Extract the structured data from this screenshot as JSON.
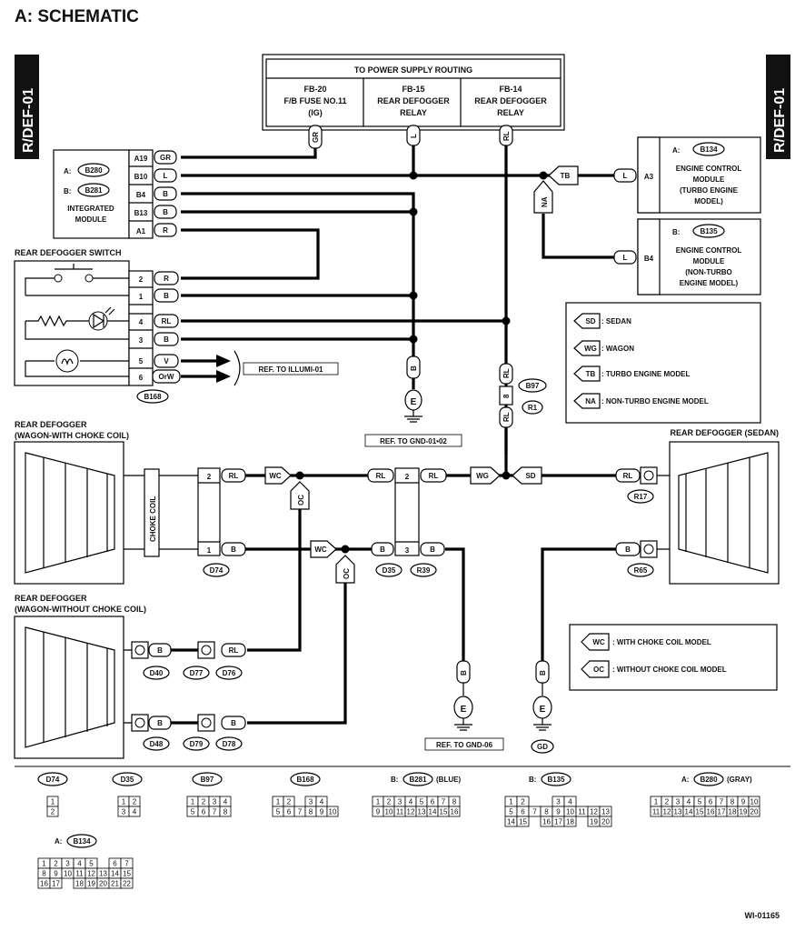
{
  "title": "A:  SCHEMATIC",
  "side_tab": "R/DEF-01",
  "figure_id": "WI-01165",
  "power": {
    "header": "TO POWER SUPPLY ROUTING",
    "cols": [
      {
        "l1": "FB-20",
        "l2": "F/B FUSE NO.11",
        "l3": "(IG)",
        "wire": "GR"
      },
      {
        "l1": "FB-15",
        "l2": "REAR DEFOGGER",
        "l3": "RELAY",
        "wire": "L"
      },
      {
        "l1": "FB-14",
        "l2": "REAR DEFOGGER",
        "l3": "RELAY",
        "wire": "RL"
      }
    ]
  },
  "integrated_module": {
    "a_label": "A:",
    "a_conn": "B280",
    "b_label": "B:",
    "b_conn": "B281",
    "name1": "INTEGRATED",
    "name2": "MODULE",
    "pins": [
      {
        "pin": "A19",
        "wire": "GR"
      },
      {
        "pin": "B10",
        "wire": "L"
      },
      {
        "pin": "B4",
        "wire": "B"
      },
      {
        "pin": "B13",
        "wire": "B"
      },
      {
        "pin": "A1",
        "wire": "R"
      }
    ]
  },
  "switch": {
    "title": "REAR DEFOGGER SWITCH",
    "pins": [
      {
        "pin": "2",
        "wire": "R"
      },
      {
        "pin": "1",
        "wire": "B"
      },
      {
        "pin": "4",
        "wire": "RL"
      },
      {
        "pin": "3",
        "wire": "B"
      },
      {
        "pin": "5",
        "wire": "V"
      },
      {
        "pin": "6",
        "wire": "OrW"
      }
    ],
    "conn": "B168",
    "ref": "REF. TO ILLUMI-01"
  },
  "ecm_turbo": {
    "a_label": "A:",
    "conn": "B134",
    "l1": "ENGINE CONTROL",
    "l2": "MODULE",
    "l3": "(TURBO ENGINE",
    "l4": "MODEL)",
    "pin": "A3",
    "wire": "L",
    "tag": "TB"
  },
  "ecm_nonturbo": {
    "b_label": "B:",
    "conn": "B135",
    "l1": "ENGINE CONTROL",
    "l2": "MODULE",
    "l3": "(NON-TURBO",
    "l4": "ENGINE MODEL)",
    "pin": "B4",
    "wire": "L",
    "tag": "NA"
  },
  "legend1": [
    {
      "code": "SD",
      "text": ": SEDAN"
    },
    {
      "code": "WG",
      "text": ": WAGON"
    },
    {
      "code": "TB",
      "text": ": TURBO ENGINE MODEL"
    },
    {
      "code": "NA",
      "text": ": NON-TURBO ENGINE MODEL"
    }
  ],
  "legend2": [
    {
      "code": "WC",
      "text": ": WITH CHOKE COIL MODEL"
    },
    {
      "code": "OC",
      "text": ": WITHOUT CHOKE COIL MODEL"
    }
  ],
  "gnd1": {
    "wire": "B",
    "e": "E",
    "ref": "REF. TO GND-01•02"
  },
  "joint_b97": {
    "top": "RL",
    "mid": "8",
    "bot": "RL",
    "c1": "B97",
    "c2": "R1"
  },
  "defog_wagon_choke": {
    "l1": "REAR DEFOGGER",
    "l2": "(WAGON-WITH CHOKE COIL)",
    "coil": "CHOKE COIL"
  },
  "defog_wagon_nochoke": {
    "l1": "REAR DEFOGGER",
    "l2": "(WAGON-WITHOUT CHOKE COIL)"
  },
  "defog_sedan": {
    "l1": "REAR DEFOGGER (SEDAN)"
  },
  "d74": {
    "p2": "2",
    "w2": "RL",
    "p1": "1",
    "w1": "B",
    "conn": "D74"
  },
  "d35": {
    "tag_wc1": "WC",
    "tag_oc1": "OC",
    "tag_wc2": "WC",
    "tag_oc2": "OC",
    "w_in1": "RL",
    "p1": "2",
    "w_out1": "RL",
    "w_in2": "B",
    "p2": "3",
    "w_out2": "B",
    "c1": "D35",
    "c2": "R39",
    "tag_wg": "WG",
    "tag_sd": "SD"
  },
  "sedan_pins": {
    "w1": "RL",
    "c1": "R17",
    "w2": "B",
    "c2": "R65"
  },
  "nochoke": {
    "w1": "B",
    "c1": "D40",
    "w2": "RL",
    "c2": "D77",
    "c3": "D76",
    "w3": "B",
    "c4": "D48",
    "w4": "B",
    "c5": "D79",
    "c6": "D78"
  },
  "gnd06": {
    "wire": "B",
    "e": "E",
    "ref": "REF. TO GND-06"
  },
  "gnd_gd": {
    "wire": "B",
    "e": "E",
    "conn": "GD"
  },
  "faces": {
    "d74": {
      "name": "D74",
      "rows": [
        [
          "1"
        ],
        [
          "2"
        ]
      ]
    },
    "d35": {
      "name": "D35",
      "rows": [
        [
          "1",
          "2"
        ],
        [
          "3",
          "4"
        ]
      ]
    },
    "b97": {
      "name": "B97",
      "rows": [
        [
          "1",
          "2",
          "3",
          "4"
        ],
        [
          "5",
          "6",
          "7",
          "8"
        ]
      ]
    },
    "b168": {
      "name": "B168",
      "rows": [
        [
          "1",
          "2",
          "",
          "3",
          "4"
        ],
        [
          "5",
          "6",
          "7",
          "8",
          "9",
          "10"
        ]
      ]
    },
    "b281": {
      "prefix": "B:",
      "name": "B281",
      "suffix": "(BLUE)",
      "rows": [
        [
          "1",
          "2",
          "3",
          "4",
          "5",
          "6",
          "7",
          "8"
        ],
        [
          "9",
          "10",
          "11",
          "12",
          "13",
          "14",
          "15",
          "16"
        ]
      ]
    },
    "b135": {
      "prefix": "B:",
      "name": "B135",
      "rows": [
        [
          "1",
          "2",
          "",
          "",
          "3",
          "4"
        ],
        [
          "5",
          "6",
          "7",
          "8",
          "9",
          "10",
          "11",
          "12",
          "13"
        ],
        [
          "14",
          "15",
          "",
          "16",
          "17",
          "18",
          "",
          "19",
          "20"
        ]
      ]
    },
    "b280": {
      "prefix": "A:",
      "name": "B280",
      "suffix": "(GRAY)",
      "rows": [
        [
          "1",
          "2",
          "3",
          "4",
          "5",
          "6",
          "7",
          "8",
          "9",
          "10"
        ],
        [
          "11",
          "12",
          "13",
          "14",
          "15",
          "16",
          "17",
          "18",
          "19",
          "20"
        ]
      ]
    },
    "b134": {
      "prefix": "A:",
      "name": "B134",
      "rows": [
        [
          "1",
          "2",
          "3",
          "4",
          "5",
          "",
          "6",
          "7"
        ],
        [
          "8",
          "9",
          "10",
          "11",
          "12",
          "13",
          "14",
          "15"
        ],
        [
          "16",
          "17",
          "",
          "18",
          "19",
          "20",
          "21",
          "22"
        ]
      ]
    }
  }
}
